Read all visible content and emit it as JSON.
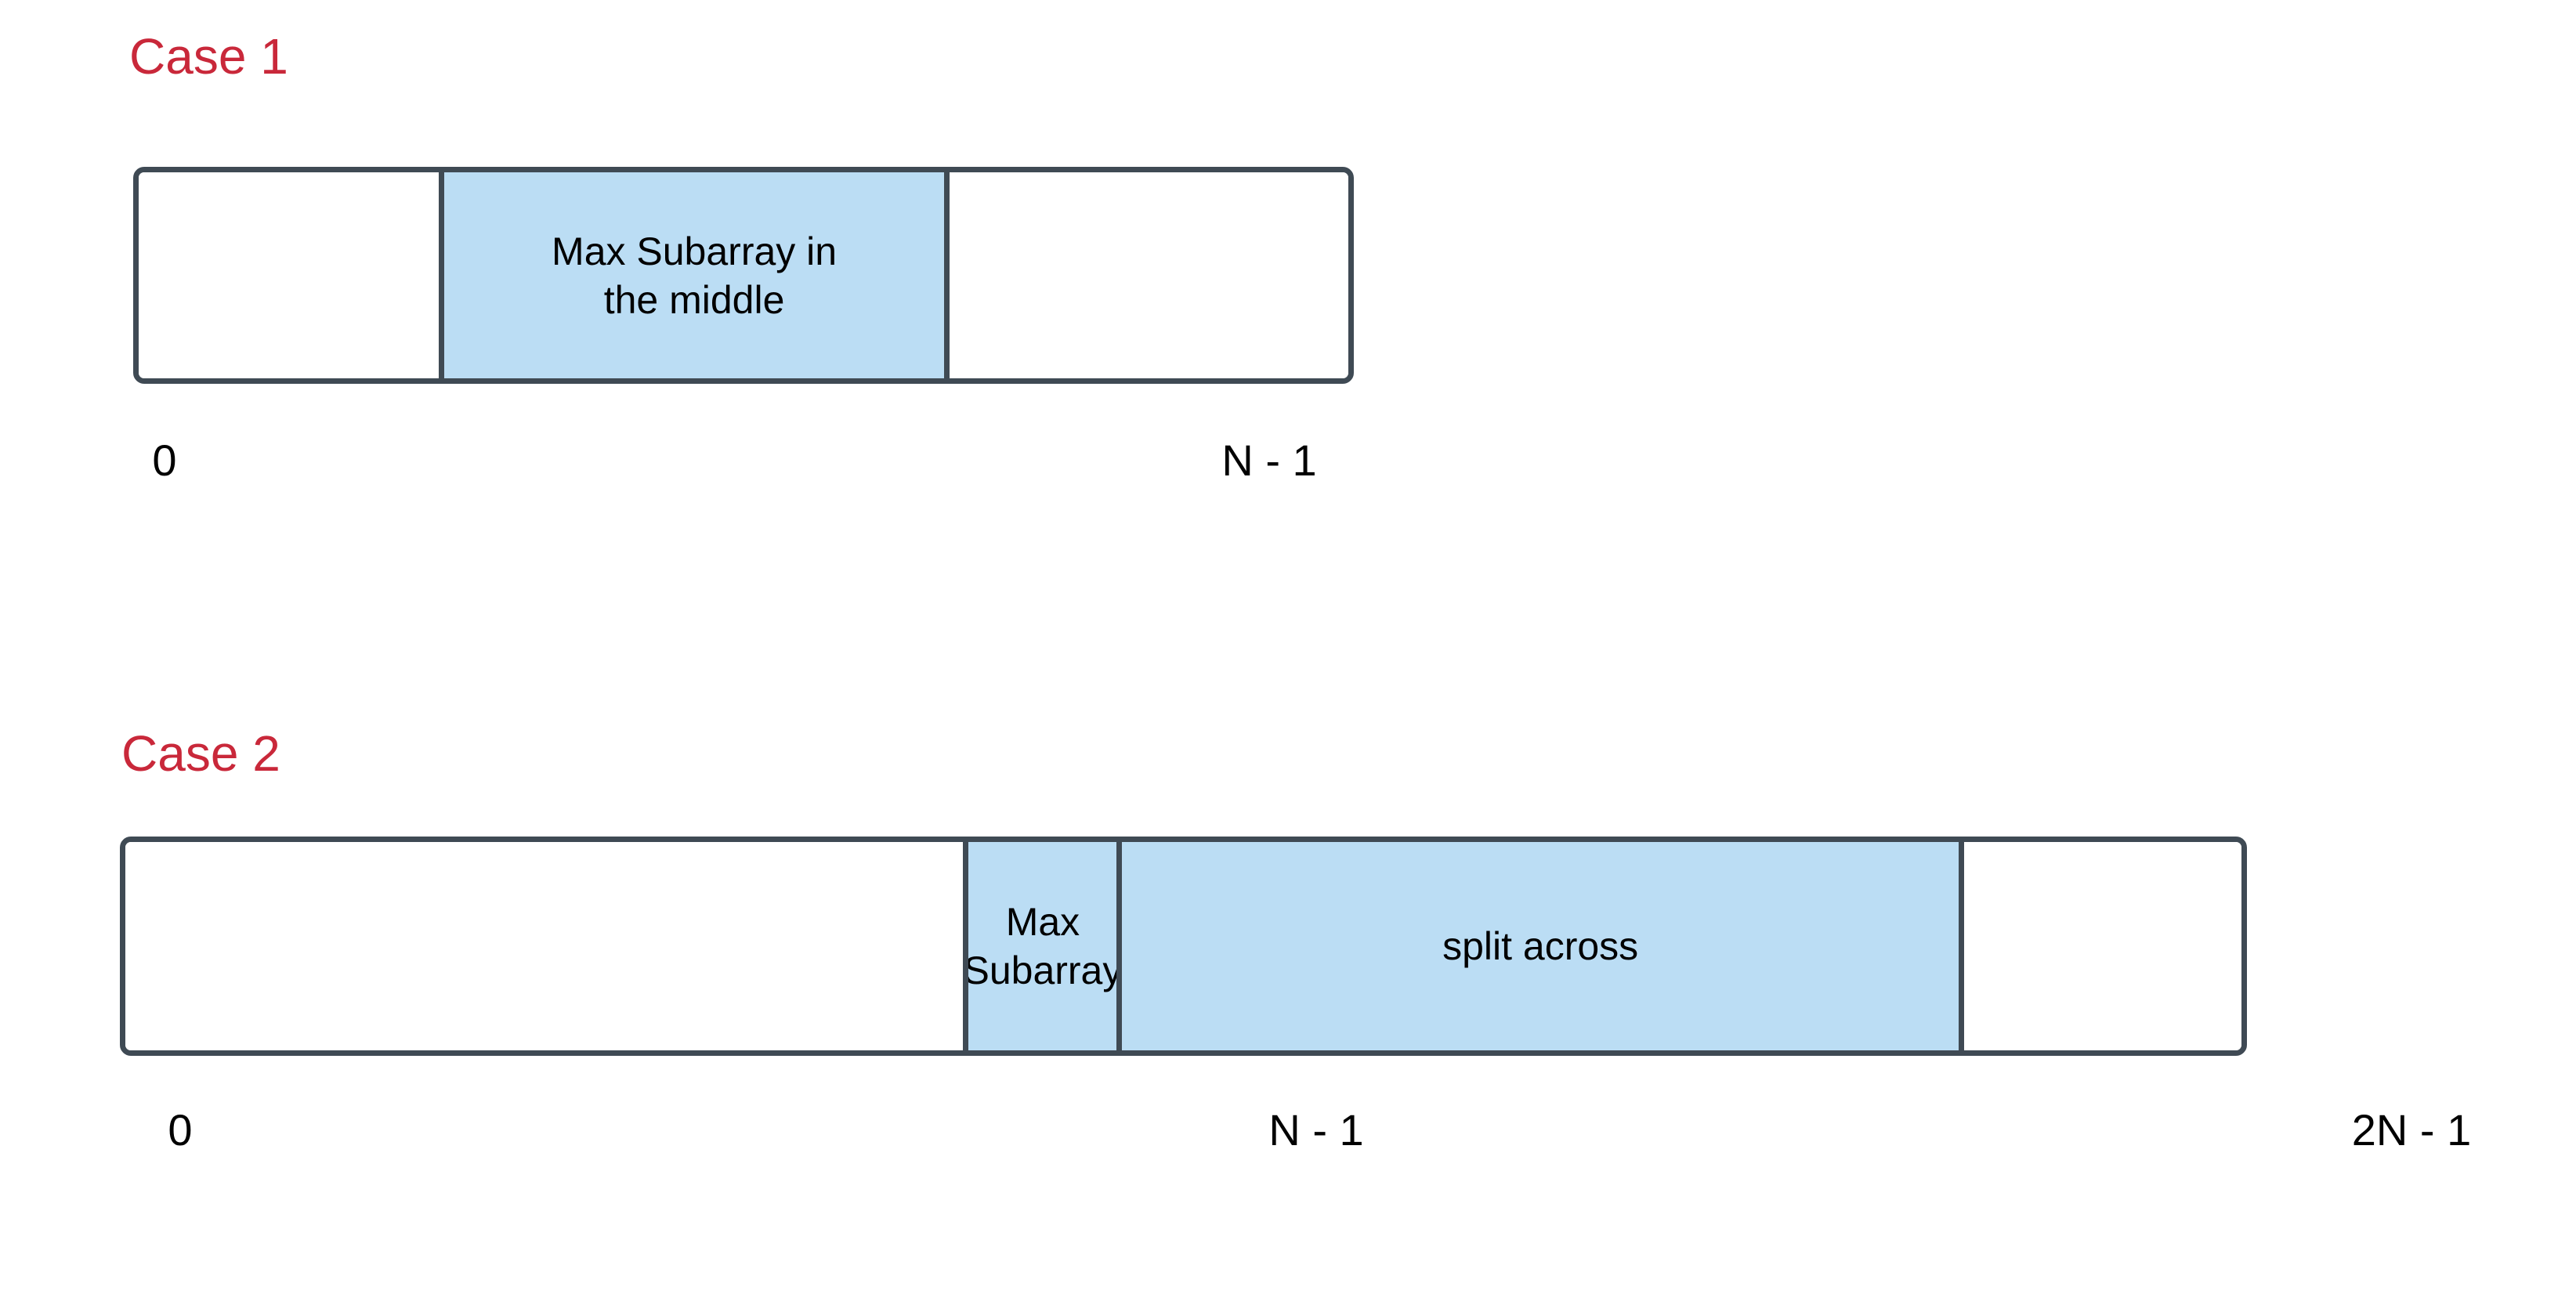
{
  "diagram": {
    "title_color": "#c9283a",
    "highlight_color": "#bbddf4",
    "border_color": "#3f4a54",
    "background_color": "#ffffff",
    "text_color": "#000000"
  },
  "cases": [
    {
      "title": "Case 1",
      "segments": [
        {
          "label": "",
          "filled": false
        },
        {
          "label": "Max Subarray in\nthe middle",
          "filled": true
        },
        {
          "label": "",
          "filled": false
        }
      ],
      "axis_labels": [
        {
          "text": "0"
        },
        {
          "text": "N - 1"
        }
      ]
    },
    {
      "title": "Case 2",
      "segments": [
        {
          "label": "",
          "filled": false
        },
        {
          "label": "Max Subarray",
          "filled": true
        },
        {
          "label": "split across",
          "filled": true
        },
        {
          "label": "",
          "filled": false
        }
      ],
      "axis_labels": [
        {
          "text": "0"
        },
        {
          "text": "N - 1"
        },
        {
          "text": "2N - 1"
        }
      ]
    }
  ]
}
